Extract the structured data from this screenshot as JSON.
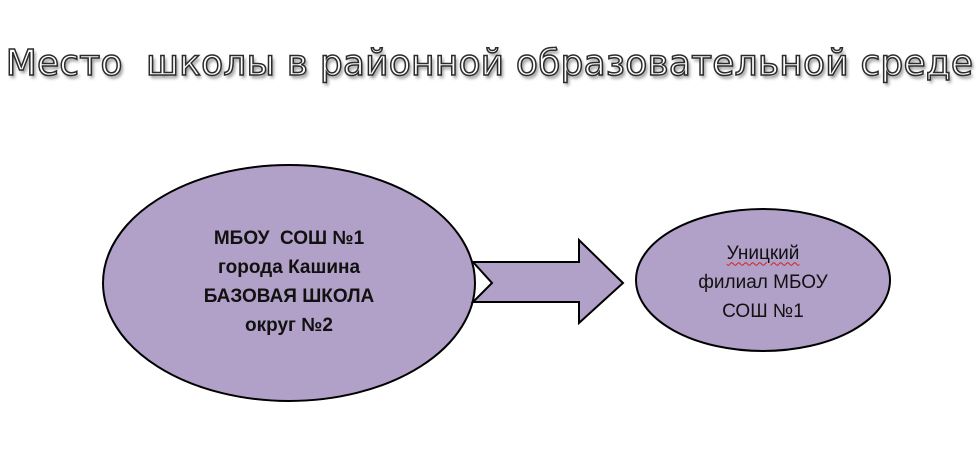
{
  "title": "Место  школы в районной образовательной среде",
  "nodes": {
    "main": {
      "lines": [
        "МБОУ  СОШ №1",
        "города Кашина",
        "БАЗОВАЯ ШКОЛА",
        "округ №2"
      ]
    },
    "branch": {
      "lines": [
        "Уницкий",
        "филиал МБОУ",
        "СОШ №1"
      ]
    }
  },
  "colors": {
    "fill": "#b1a0c7",
    "stroke": "#000000"
  }
}
